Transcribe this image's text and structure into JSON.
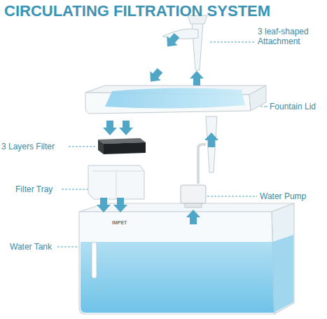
{
  "diagram": {
    "title": "CIRCULATING FILTRATION SYSTEM",
    "labels": [
      "3 leaf-shaped Attachment",
      "Fountain Lid",
      "3 Layers Filter",
      "Filter Tray",
      "Water Pump",
      "Water Tank",
      "IMPET"
    ]
  }
}
